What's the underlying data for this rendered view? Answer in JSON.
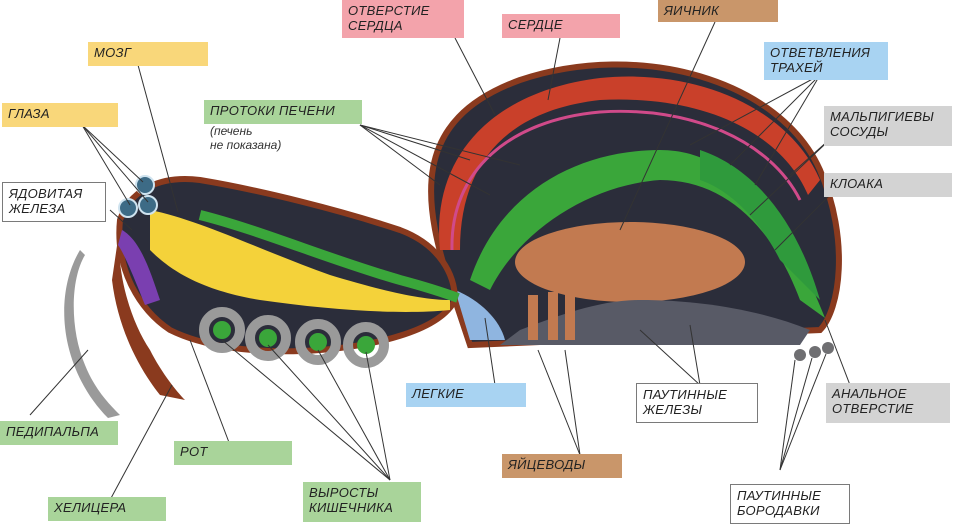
{
  "labels": {
    "eyes": "ГЛАЗА",
    "brain": "МОЗГ",
    "venom_gland": "ЯДОВИТАЯ\nЖЕЛЕЗА",
    "liver_ducts": "ПРОТОКИ ПЕЧЕНИ",
    "liver_note": "(печень\nне показана)",
    "heart_opening": "ОТВЕРСТИЕ\nСЕРДЦА",
    "heart": "СЕРДЦЕ",
    "ovary": "ЯИЧНИК",
    "tracheae": "ОТВЕТВЛЕНИЯ\nТРАХЕЙ",
    "malpighian": "МАЛЬПИГИЕВЫ\nСОСУДЫ",
    "cloaca": "КЛОАКА",
    "pedipalp": "ПЕДИПАЛЬПА",
    "mouth": "РОТ",
    "chelicera": "ХЕЛИЦЕРА",
    "gut_outgrowths": "ВЫРОСТЫ\nКИШЕЧНИКА",
    "lungs": "ЛЕГКИЕ",
    "oviducts": "ЯЙЦЕВОДЫ",
    "silk_glands": "ПАУТИННЫЕ\nЖЕЛЕЗЫ",
    "anus": "АНАЛЬНОЕ\nОТВЕРСТИЕ",
    "spinnerets": "ПАУТИННЫЕ\nБОРОДАВКИ"
  },
  "colors": {
    "yellow": "#f9d77a",
    "green": "#a9d49a",
    "red": "#f3a3ab",
    "brown": "#c9966a",
    "blue": "#a8d3f2",
    "grey": "#d3d3d3",
    "body_outline": "#8a3a1e",
    "heart": "#c9402a",
    "gut": "#3aa63a",
    "ovary": "#c27a50",
    "nerve": "#f4d23a"
  }
}
